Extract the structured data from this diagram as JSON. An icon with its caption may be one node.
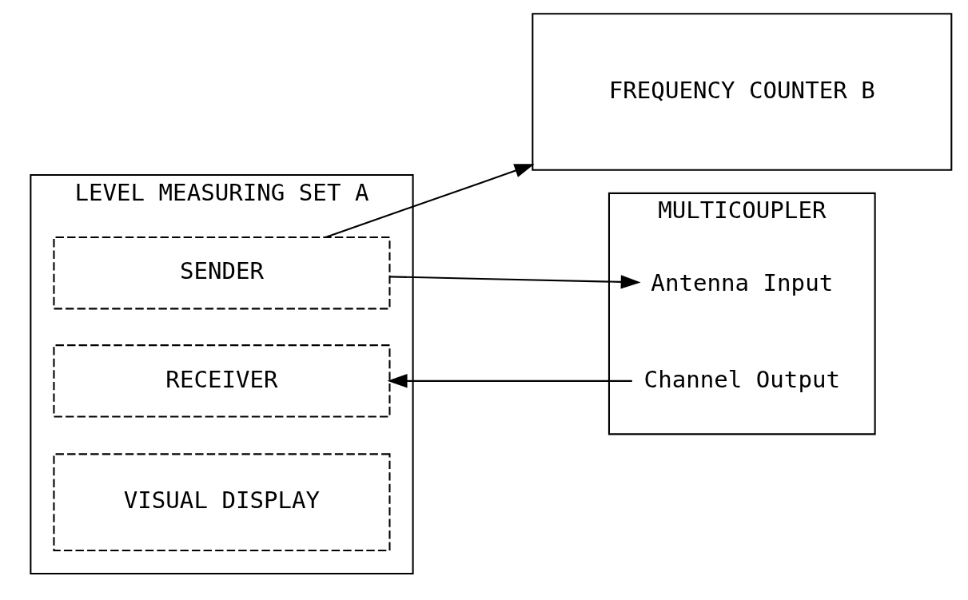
{
  "diagram": {
    "nodes": [
      {
        "text": [
          "FREQUENCY COUNTER B"
        ]
      },
      {
        "text": [
          "LEVEL MEASURING SET A"
        ]
      },
      {
        "text": [
          "SENDER"
        ],
        "in": 1
      },
      {
        "text": [
          "RECEIVER"
        ],
        "in": 1
      },
      {
        "text": [
          "VISUAL DISPLAY"
        ],
        "in": 1
      },
      {
        "text": [
          "MULTICOUPLER"
        ]
      },
      {
        "text": [
          "Antenna Input"
        ],
        "in": 5
      },
      {
        "text": [
          "Channel Output"
        ],
        "in": 5
      }
    ],
    "edges": [
      {
        "from": 2,
        "to": 0,
        "arrow": "to"
      },
      {
        "from": 2,
        "to": 6,
        "arrow": "to"
      },
      {
        "from": 7,
        "to": 3,
        "arrow": "to"
      }
    ]
  }
}
